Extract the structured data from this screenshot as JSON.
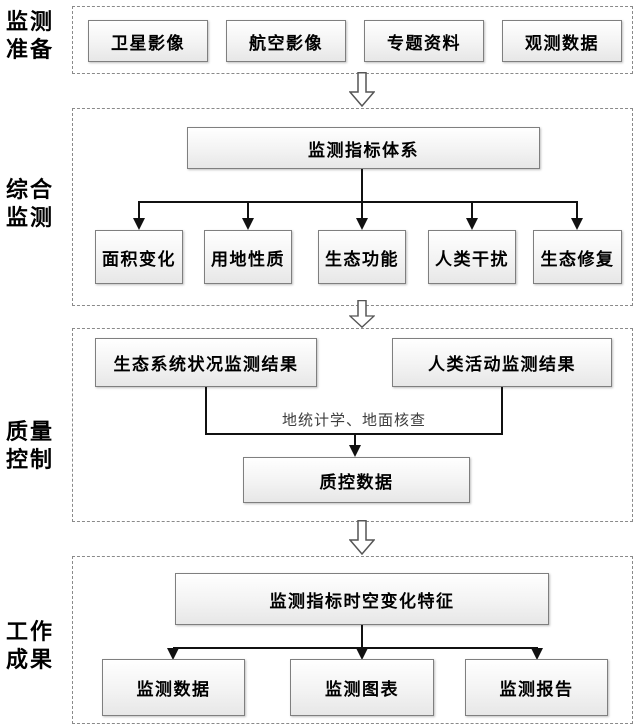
{
  "figure": {
    "type": "flowchart"
  },
  "colors": {
    "box_border": "#7f7f7f",
    "box_fill_top": "#ffffff",
    "box_fill_bottom": "#e7e7e7",
    "connector": "#111111",
    "dashed_border": "#8a8a8a",
    "text": "#000000",
    "annotation_text": "#3d3d3d"
  },
  "sections": [
    {
      "id": "monitoring-preparation",
      "label": "监测准备",
      "boxes": [
        "卫星影像",
        "航空影像",
        "专题资料",
        "观测数据"
      ]
    },
    {
      "id": "comprehensive-monitoring",
      "label": "综合监测",
      "top_box": "监测指标体系",
      "boxes": [
        "面积变化",
        "用地性质",
        "生态功能",
        "人类干扰",
        "生态修复"
      ]
    },
    {
      "id": "quality-control",
      "label": "质量控制",
      "input_boxes": [
        "生态系统状况监测结果",
        "人类活动监测结果"
      ],
      "method_label": "地统计学、地面核查",
      "output_box": "质控数据"
    },
    {
      "id": "work-results",
      "label": "工作成果",
      "top_box": "监测指标时空变化特征",
      "boxes": [
        "监测数据",
        "监测图表",
        "监测报告"
      ]
    }
  ]
}
